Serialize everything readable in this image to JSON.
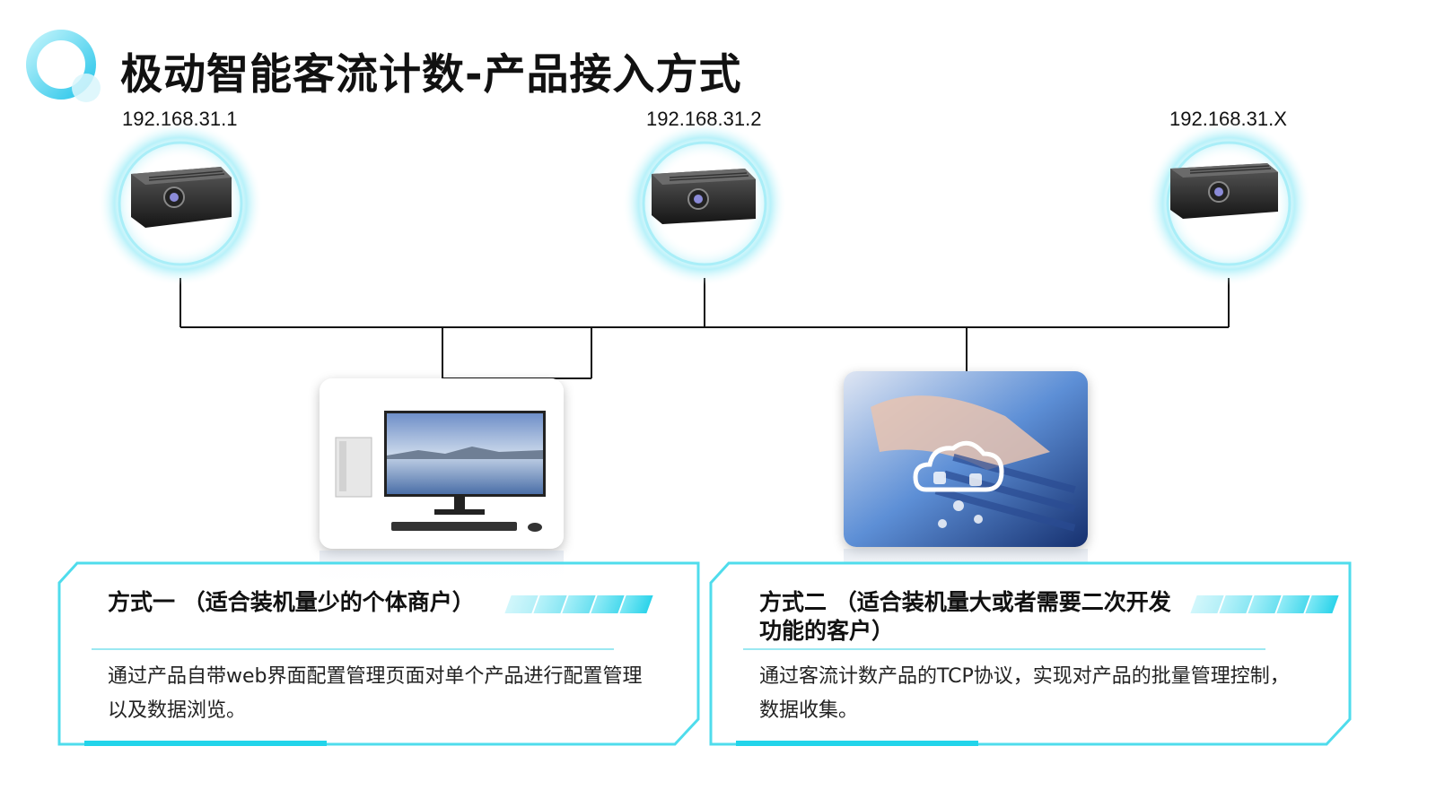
{
  "title": "极动智能客流计数-产品接入方式",
  "colors": {
    "accent": "#22d4ea",
    "accent_light": "#a8eef7",
    "line": "#111111"
  },
  "cameras": [
    {
      "ip": "192.168.31.1",
      "icon": "camera-icon"
    },
    {
      "ip": "192.168.31.2",
      "icon": "camera-icon"
    },
    {
      "ip": "192.168.31.X",
      "icon": "camera-icon"
    }
  ],
  "images": [
    {
      "name": "desktop-computer-image",
      "icon": "computer-icon"
    },
    {
      "name": "cloud-keyboard-image",
      "icon": "cloud-icon"
    }
  ],
  "methods": [
    {
      "heading": "方式一 （适合装机量少的个体商户）",
      "description": "通过产品自带web界面配置管理页面对单个产品进行配置管理以及数据浏览。"
    },
    {
      "heading": "方式二 （适合装机量大或者需要二次开发功能的客户）",
      "description": "通过客流计数产品的TCP协议，实现对产品的批量管理控制，数据收集。"
    }
  ]
}
